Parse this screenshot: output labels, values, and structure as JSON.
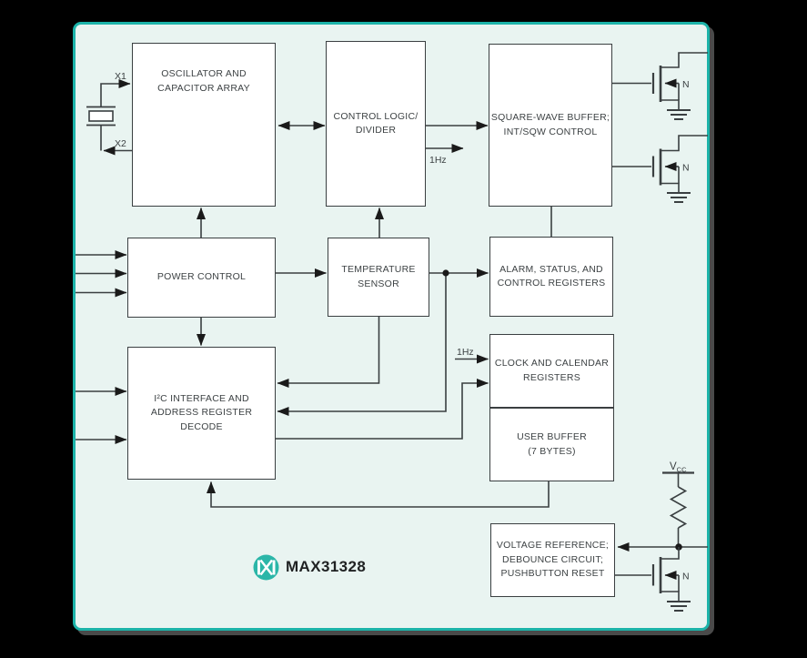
{
  "diagram": {
    "part_number": "MAX31328",
    "colors": {
      "card_bg": "#e9f4f1",
      "card_border": "#1cb3a9",
      "wire": "#3a3f41",
      "logo_teal": "#2bb6a8"
    },
    "blocks": {
      "oscillator": {
        "line1": "OSCILLATOR AND",
        "line2": "CAPACITOR ARRAY"
      },
      "control_logic": {
        "line1": "CONTROL LOGIC/",
        "line2": "DIVIDER"
      },
      "sqw_buffer": {
        "line1": "SQUARE-WAVE BUFFER;",
        "line2": "INT/SQW CONTROL"
      },
      "power_control": {
        "line1": "POWER CONTROL"
      },
      "temp_sensor": {
        "line1": "TEMPERATURE",
        "line2": "SENSOR"
      },
      "alarm_registers": {
        "line1": "ALARM, STATUS, AND",
        "line2": "CONTROL REGISTERS"
      },
      "i2c_interface": {
        "line1": "I²C INTERFACE AND",
        "line2": "ADDRESS REGISTER",
        "line3": "DECODE"
      },
      "clock_registers": {
        "line1": "CLOCK AND CALENDAR",
        "line2": "REGISTERS"
      },
      "user_buffer": {
        "line1": "USER BUFFER",
        "line2": "(7 BYTES)"
      },
      "voltage_reference": {
        "line1": "VOLTAGE REFERENCE;",
        "line2": "DEBOUNCE CIRCUIT;",
        "line3": "PUSHBUTTON RESET"
      }
    },
    "labels": {
      "x1": "X1",
      "x2": "X2",
      "hz_control": "1Hz",
      "hz_clock": "1Hz",
      "vcc_letter": "V",
      "vcc_sub": "CC",
      "n_top": "N",
      "n_mid": "N",
      "n_bottom": "N"
    }
  }
}
